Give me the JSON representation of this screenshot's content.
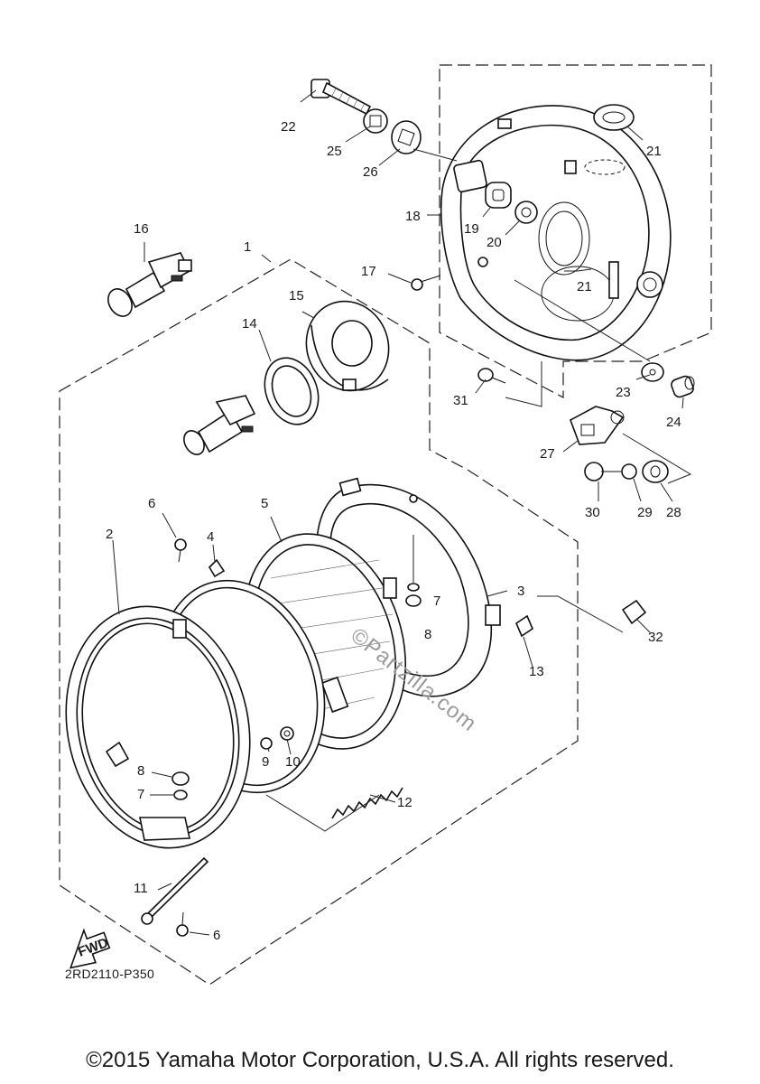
{
  "diagram": {
    "code": "2RD2110-P350",
    "copyright": "©2015 Yamaha Motor Corporation, U.S.A. All rights reserved.",
    "watermark": "©Partzilla.com",
    "fwd_label": "FWD",
    "callouts": [
      "1",
      "2",
      "3",
      "4",
      "5",
      "6",
      "6",
      "7",
      "7",
      "8",
      "8",
      "9",
      "10",
      "11",
      "12",
      "13",
      "14",
      "15",
      "16",
      "17",
      "18",
      "19",
      "20",
      "21",
      "21",
      "22",
      "23",
      "24",
      "25",
      "26",
      "27",
      "28",
      "29",
      "30",
      "31",
      "32"
    ]
  }
}
